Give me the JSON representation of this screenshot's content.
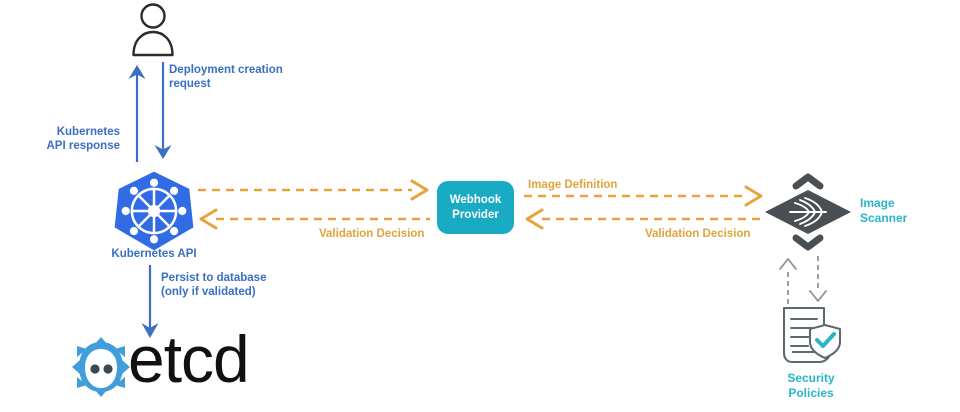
{
  "diagram": {
    "title": "Kubernetes admission webhook image-scanning flow",
    "colors": {
      "blue_arrow": "#3a6fc4",
      "orange_dash": "#e8a33d",
      "teal": "#19aac4",
      "teal_text": "#2ab5c8",
      "k8s_blue": "#326ce5",
      "scanner_gray": "#4a4f54",
      "etcd_blue": "#419eda",
      "policy_gray": "#5c6b73",
      "person_outline": "#2b2b2b",
      "background": "#ffffff"
    }
  },
  "nodes": {
    "user": {
      "name": "user-icon",
      "label": ""
    },
    "kubernetes_api": {
      "label": "Kubernetes API",
      "icon": "kubernetes-helm-wheel-icon"
    },
    "webhook_provider": {
      "label": "Webhook\nProvider",
      "icon": "rounded-box"
    },
    "image_scanner": {
      "label": "Image\nScanner",
      "icon": "scanner-diamond-icon"
    },
    "security_policies": {
      "label": "Security\nPolicies",
      "icon": "document-shield-check-icon"
    },
    "etcd": {
      "label": "etcd",
      "icon": "etcd-gear-mascot-icon"
    }
  },
  "edges": {
    "deployment_creation_request": {
      "label": "Deployment creation\nrequest",
      "style": "solid-blue",
      "direction": "down"
    },
    "kubernetes_api_response": {
      "label": "Kubernetes\nAPI response",
      "style": "solid-blue",
      "direction": "up"
    },
    "k8s_to_webhook": {
      "label": "",
      "style": "dashed-orange",
      "direction": "right"
    },
    "webhook_to_k8s": {
      "label": "Validation Decision",
      "style": "dashed-orange",
      "direction": "left"
    },
    "webhook_to_scanner": {
      "label": "Image Definition",
      "style": "dashed-orange",
      "direction": "right"
    },
    "scanner_to_webhook": {
      "label": "Validation Decision",
      "style": "dashed-orange",
      "direction": "left"
    },
    "persist_to_etcd": {
      "label": "Persist to database\n(only if validated)",
      "style": "solid-blue",
      "direction": "down"
    },
    "scanner_policies_up": {
      "label": "",
      "style": "dashed-gray",
      "direction": "up"
    },
    "scanner_policies_down": {
      "label": "",
      "style": "dashed-gray",
      "direction": "down"
    }
  }
}
